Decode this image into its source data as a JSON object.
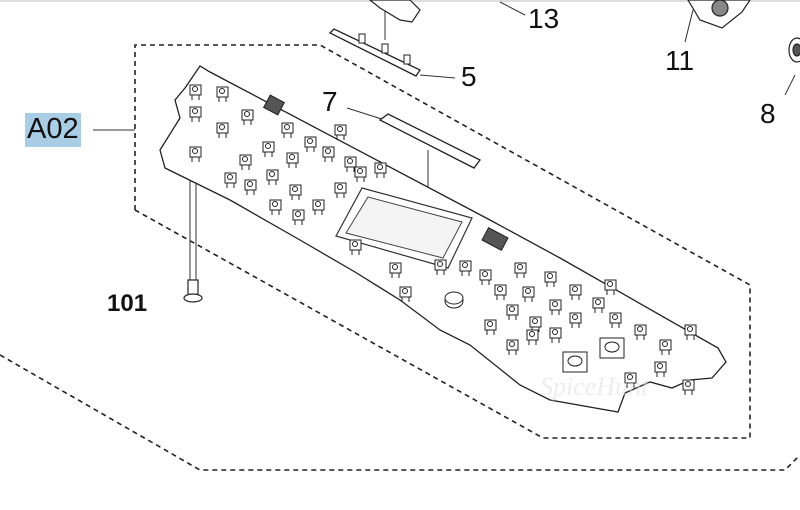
{
  "title": "Control panel board assembly exploded view",
  "callouts": {
    "assembly": "A02",
    "part_13": "13",
    "part_11": "11",
    "part_5": "5",
    "part_7": "7",
    "part_8": "8",
    "part_101": "101"
  },
  "colors": {
    "highlight": "#a8cde4",
    "line": "#222222"
  }
}
